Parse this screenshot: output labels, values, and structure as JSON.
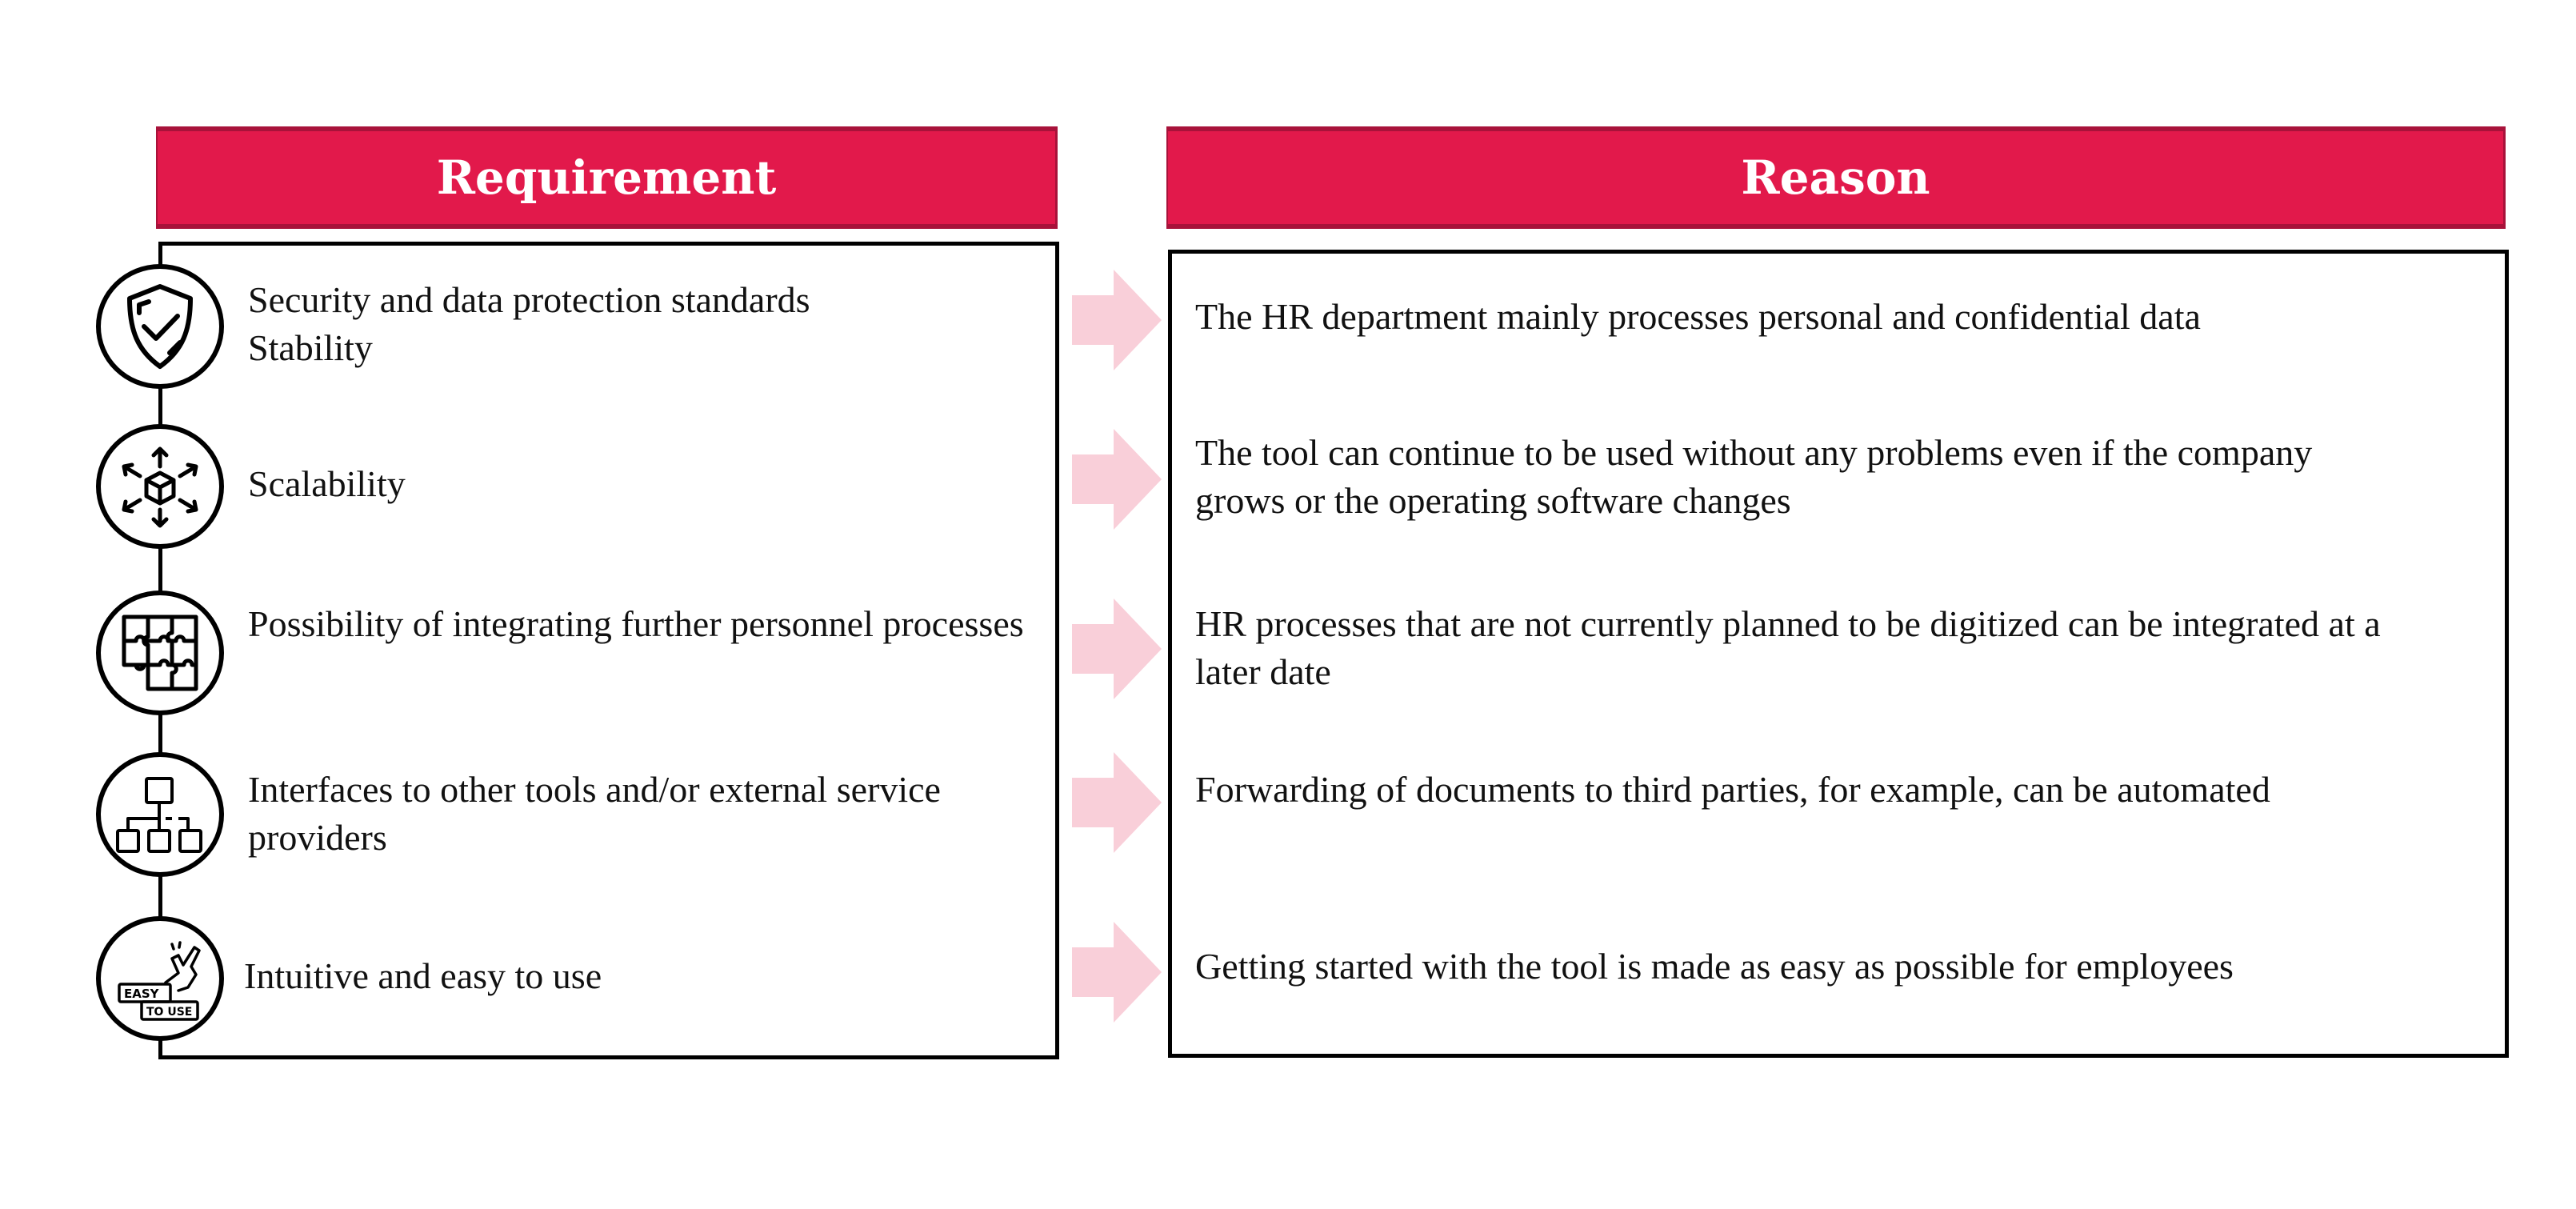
{
  "headers": {
    "requirement": "Requirement",
    "reason": "Reason"
  },
  "colors": {
    "header_fill": "#e2194b",
    "header_border": "#a8123a",
    "arrow_fill": "#f9cfd9",
    "outline": "#000000"
  },
  "rows": [
    {
      "icon": "shield-check-icon",
      "requirement": "Security and data protection standards\nStability",
      "reason": "The HR department mainly processes personal and confidential data"
    },
    {
      "icon": "scalability-cube-icon",
      "requirement": "Scalability",
      "reason": "The tool can continue to be used without any problems even if the company grows or the operating software changes"
    },
    {
      "icon": "puzzle-icon",
      "requirement": "Possibility of integrating further personnel processes",
      "reason": "HR processes that are not currently planned to be digitized can be integrated at a later date"
    },
    {
      "icon": "hierarchy-icon",
      "requirement": "Interfaces to other tools and/or external service providers",
      "reason": "Forwarding of documents to third parties, for example, can be automated"
    },
    {
      "icon": "easy-to-use-icon",
      "requirement": "Intuitive and easy to use",
      "reason": "Getting started with the tool is made as easy as possible for employees"
    }
  ],
  "icon_labels": {
    "easy": "EASY",
    "to_use": "TO USE"
  }
}
